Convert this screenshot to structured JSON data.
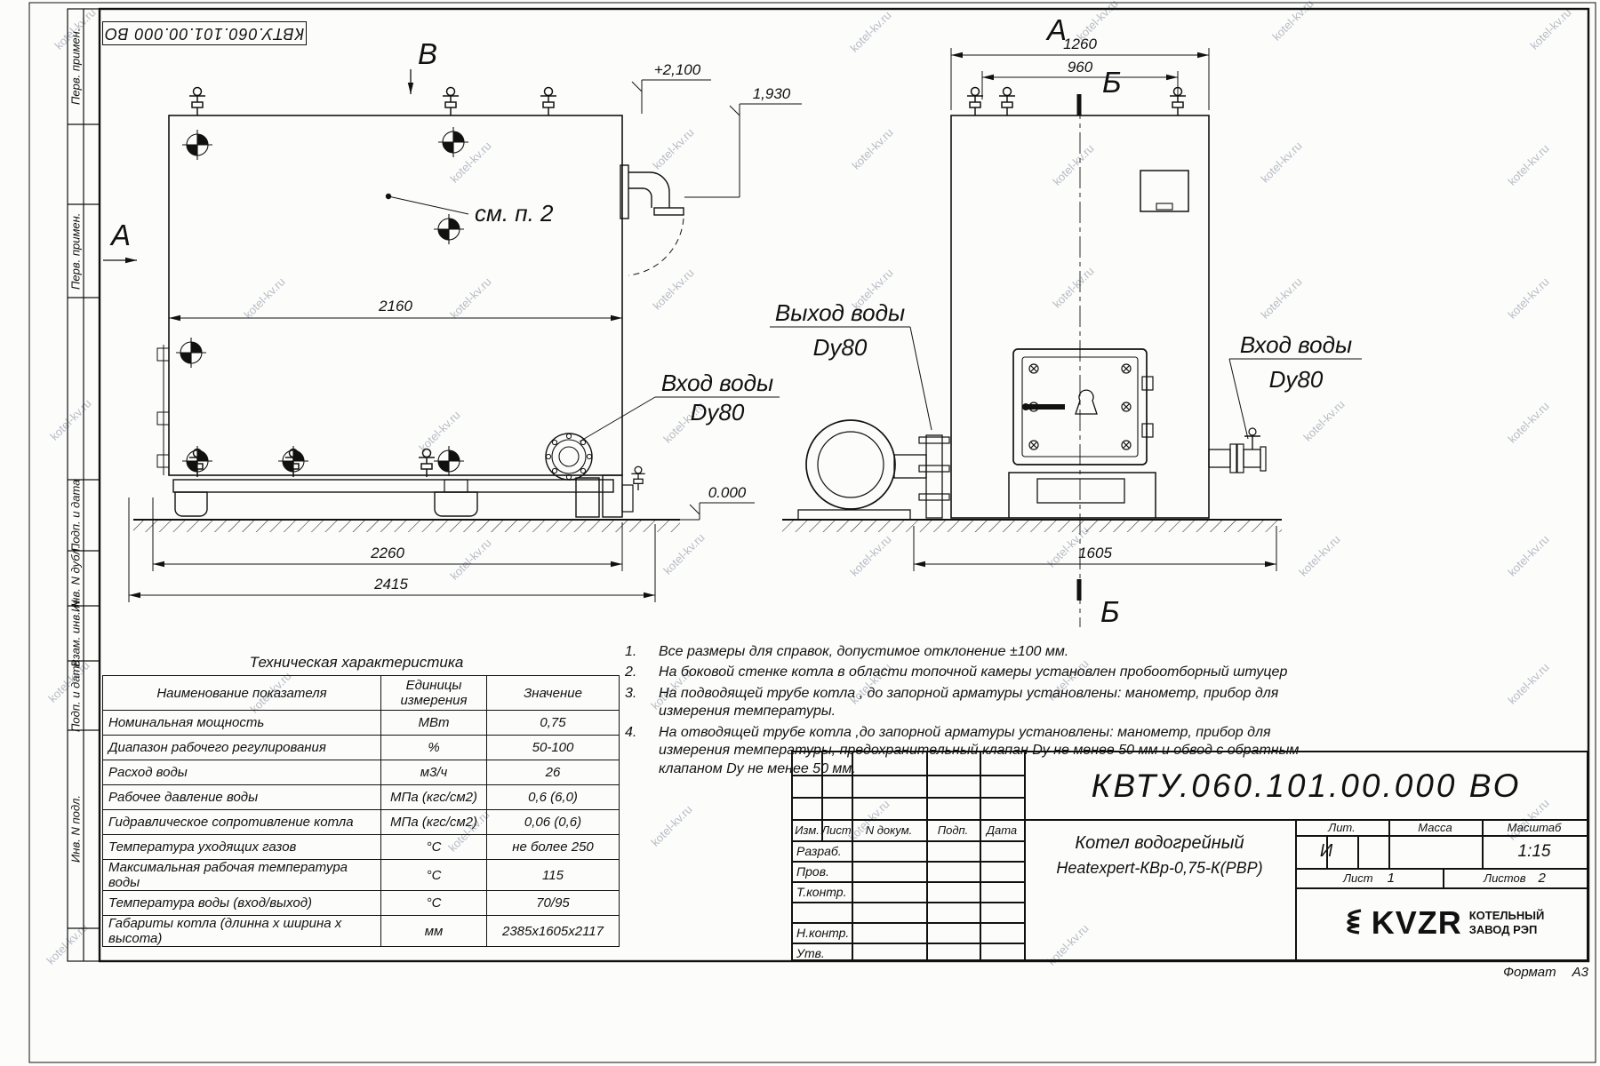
{
  "watermark": {
    "text": "kotel-kv.ru"
  },
  "frame": {
    "top_stamp": "КВТУ.060.101.00.000  ВО",
    "side_labels": [
      "Перв. примен.",
      "Перв. примен.",
      "Подп. и дата",
      "Инв. N дубл.",
      "Взам. инв. N",
      "Подп. и дата",
      "Инв. N подл."
    ]
  },
  "drawing": {
    "left_view": {
      "view_a": "А",
      "view_b": "В",
      "note_ref": "см. п. 2",
      "dim_body_len": "2160",
      "dim_base_len": "2260",
      "dim_total_len": "2415",
      "level_top": "+2,100",
      "level_pipe": "1,930",
      "level_zero": "0.000",
      "inlet_label": "Вход воды",
      "inlet_size": "Dy80"
    },
    "right_view": {
      "view_a": "А",
      "section_b": "Б",
      "dim_width": "1260",
      "dim_valves": "960",
      "dim_depth": "1605",
      "outlet_label": "Выход воды",
      "outlet_size": "Dy80",
      "inlet_label": "Вход воды",
      "inlet_size": "Dy80"
    }
  },
  "tech_table": {
    "title": "Техническая характеристика",
    "col_headers": [
      "Наименование показателя",
      "Единицы\nизмерения",
      "Значение"
    ],
    "rows": [
      [
        "Номинальная мощность",
        "МВт",
        "0,75"
      ],
      [
        "Диапазон рабочего регулирования",
        "%",
        "50-100"
      ],
      [
        "Расход воды",
        "м3/ч",
        "26"
      ],
      [
        "Рабочее давление воды",
        "МПа (кгс/см2)",
        "0,6 (6,0)"
      ],
      [
        "Гидравлическое сопротивление котла",
        "МПа (кгс/см2)",
        "0,06 (0,6)"
      ],
      [
        "Температура уходящих газов",
        "°С",
        "не более 250"
      ],
      [
        "Максимальная рабочая температура воды",
        "°С",
        "115"
      ],
      [
        "Температура воды (вход/выход)",
        "°С",
        "70/95"
      ],
      [
        "Габариты котла (длинна х ширина х высота)",
        "мм",
        "2385х1605х2117"
      ]
    ]
  },
  "notes": {
    "items": [
      {
        "num": "1.",
        "text": "Все размеры для справок, допустимое отклонение  ±100 мм."
      },
      {
        "num": "2.",
        "text": "На боковой стенке котла в области топочной камеры установлен пробоотборный штуцер"
      },
      {
        "num": "3.",
        "text": "На  подводящей трубе котла , до запорной арматуры установлены: манометр, прибор для измерения температуры."
      },
      {
        "num": "4.",
        "text": "На отводящей трубе котла ,до запорной арматуры установлены: манометр, прибор для измерения температуры, предохранительный клапан  Dу не менее  50 мм и обвод с обратным клапаном  Dу не менее  50 мм."
      }
    ]
  },
  "title_block": {
    "doc_number": "КВТУ.060.101.00.000  ВО",
    "name_line1": "Котел водогрейный",
    "name_line2": "Heatexpert-КВр-0,75-К(РВР)",
    "header_cols": [
      "Изм.",
      "Лист",
      "N докум.",
      "Подп.",
      "Дата"
    ],
    "row_labels": [
      "Разраб.",
      "Пров.",
      "Т.контр.",
      "Н.контр.",
      "Утв."
    ],
    "lit_label": "Лит.",
    "lit_value": "И",
    "mass_label": "Масса",
    "scale_label": "Масштаб",
    "scale_value": "1:15",
    "sheet_label": "Лист",
    "sheet_value": "1",
    "sheets_label": "Листов",
    "sheets_value": "2",
    "logo_text": "KVZR",
    "company_line1": "КОТЕЛЬНЫЙ",
    "company_line2": "ЗАВОД РЭП",
    "format_label": "Формат",
    "format_value": "А3"
  }
}
